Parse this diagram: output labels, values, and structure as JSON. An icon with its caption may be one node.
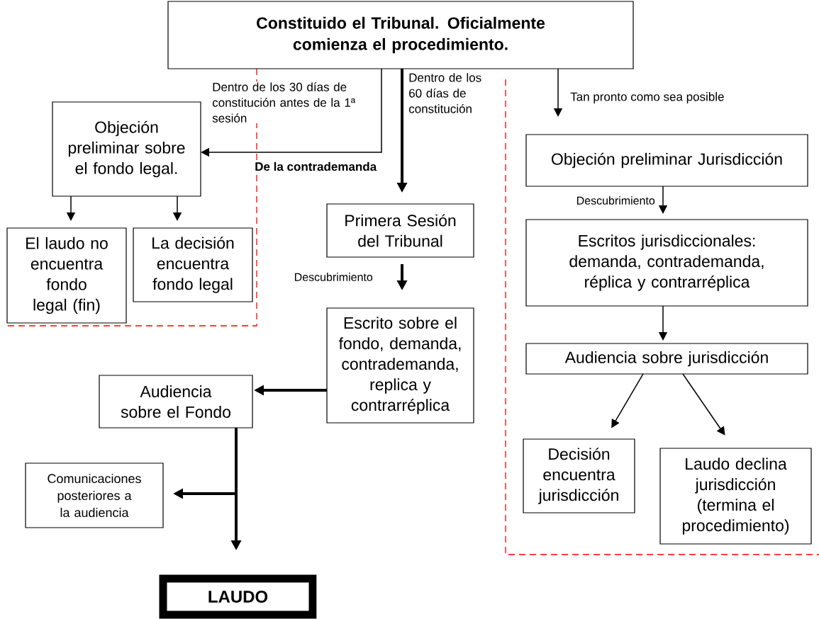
{
  "diagram": {
    "nodes": [
      {
        "text": [
          "Constituido el Tribunal. Oficialmente comienza el procedimiento."
        ]
      },
      {
        "text": [
          "Objeción preliminar sobre el fondo legal."
        ]
      },
      {
        "text": [
          "El laudo no encuentra fondo legal (fin)"
        ]
      },
      {
        "text": [
          "La decisión encuentra fondo legal"
        ]
      },
      {
        "text": [
          "Primera Sesión del Tribunal"
        ]
      },
      {
        "text": [
          "Escrito sobre el fondo, demanda, contrademanda, replica y contrarréplica"
        ]
      },
      {
        "text": [
          "Audiencia sobre el Fondo"
        ]
      },
      {
        "text": [
          "Comunicaciones posteriores a la audiencia"
        ]
      },
      {
        "text": [
          "LAUDO"
        ]
      },
      {
        "text": [
          "Objeción preliminar Jurisdicción"
        ]
      },
      {
        "text": [
          "Escritos jurisdiccionales: demanda, contrademanda, réplica y contrarréplica"
        ]
      },
      {
        "text": [
          "Audiencia sobre jurisdicción"
        ]
      },
      {
        "text": [
          "Decisión encuentra jurisdicción"
        ]
      },
      {
        "text": [
          "Laudo declina jurisdicción (termina el procedimiento)"
        ]
      }
    ],
    "edges": [
      {
        "from": 0,
        "to": 1,
        "arrow": "to",
        "label": "Dentro de los 30 días de constitución antes de la 1ª sesión"
      },
      {
        "from": 0,
        "to": 4,
        "arrow": "to",
        "label": "Dentro de los 60 días de constitución",
        "style": "thick"
      },
      {
        "from": 1,
        "to": 2,
        "arrow": "to"
      },
      {
        "from": 1,
        "to": 3,
        "arrow": "to"
      },
      {
        "from": 4,
        "to": 5,
        "arrow": "to",
        "label": "Descubrimiento",
        "style": "thick"
      },
      {
        "from": 5,
        "to": 6,
        "arrow": "to",
        "style": "thick"
      },
      {
        "from": 6,
        "to": 7,
        "arrow": "to",
        "style": "thick"
      },
      {
        "from": 6,
        "to": 8,
        "arrow": "to",
        "style": "thick"
      },
      {
        "from": 0,
        "to": 9,
        "arrow": "to",
        "label": "Tan pronto como sea posible"
      },
      {
        "from": 9,
        "to": 10,
        "arrow": "to",
        "label": "Descubrimiento"
      },
      {
        "from": 10,
        "to": 11,
        "arrow": "to"
      },
      {
        "from": 11,
        "to": 12,
        "arrow": "to"
      },
      {
        "from": 11,
        "to": 13,
        "arrow": "to"
      }
    ],
    "labels": [
      "De la contrademanda"
    ]
  }
}
